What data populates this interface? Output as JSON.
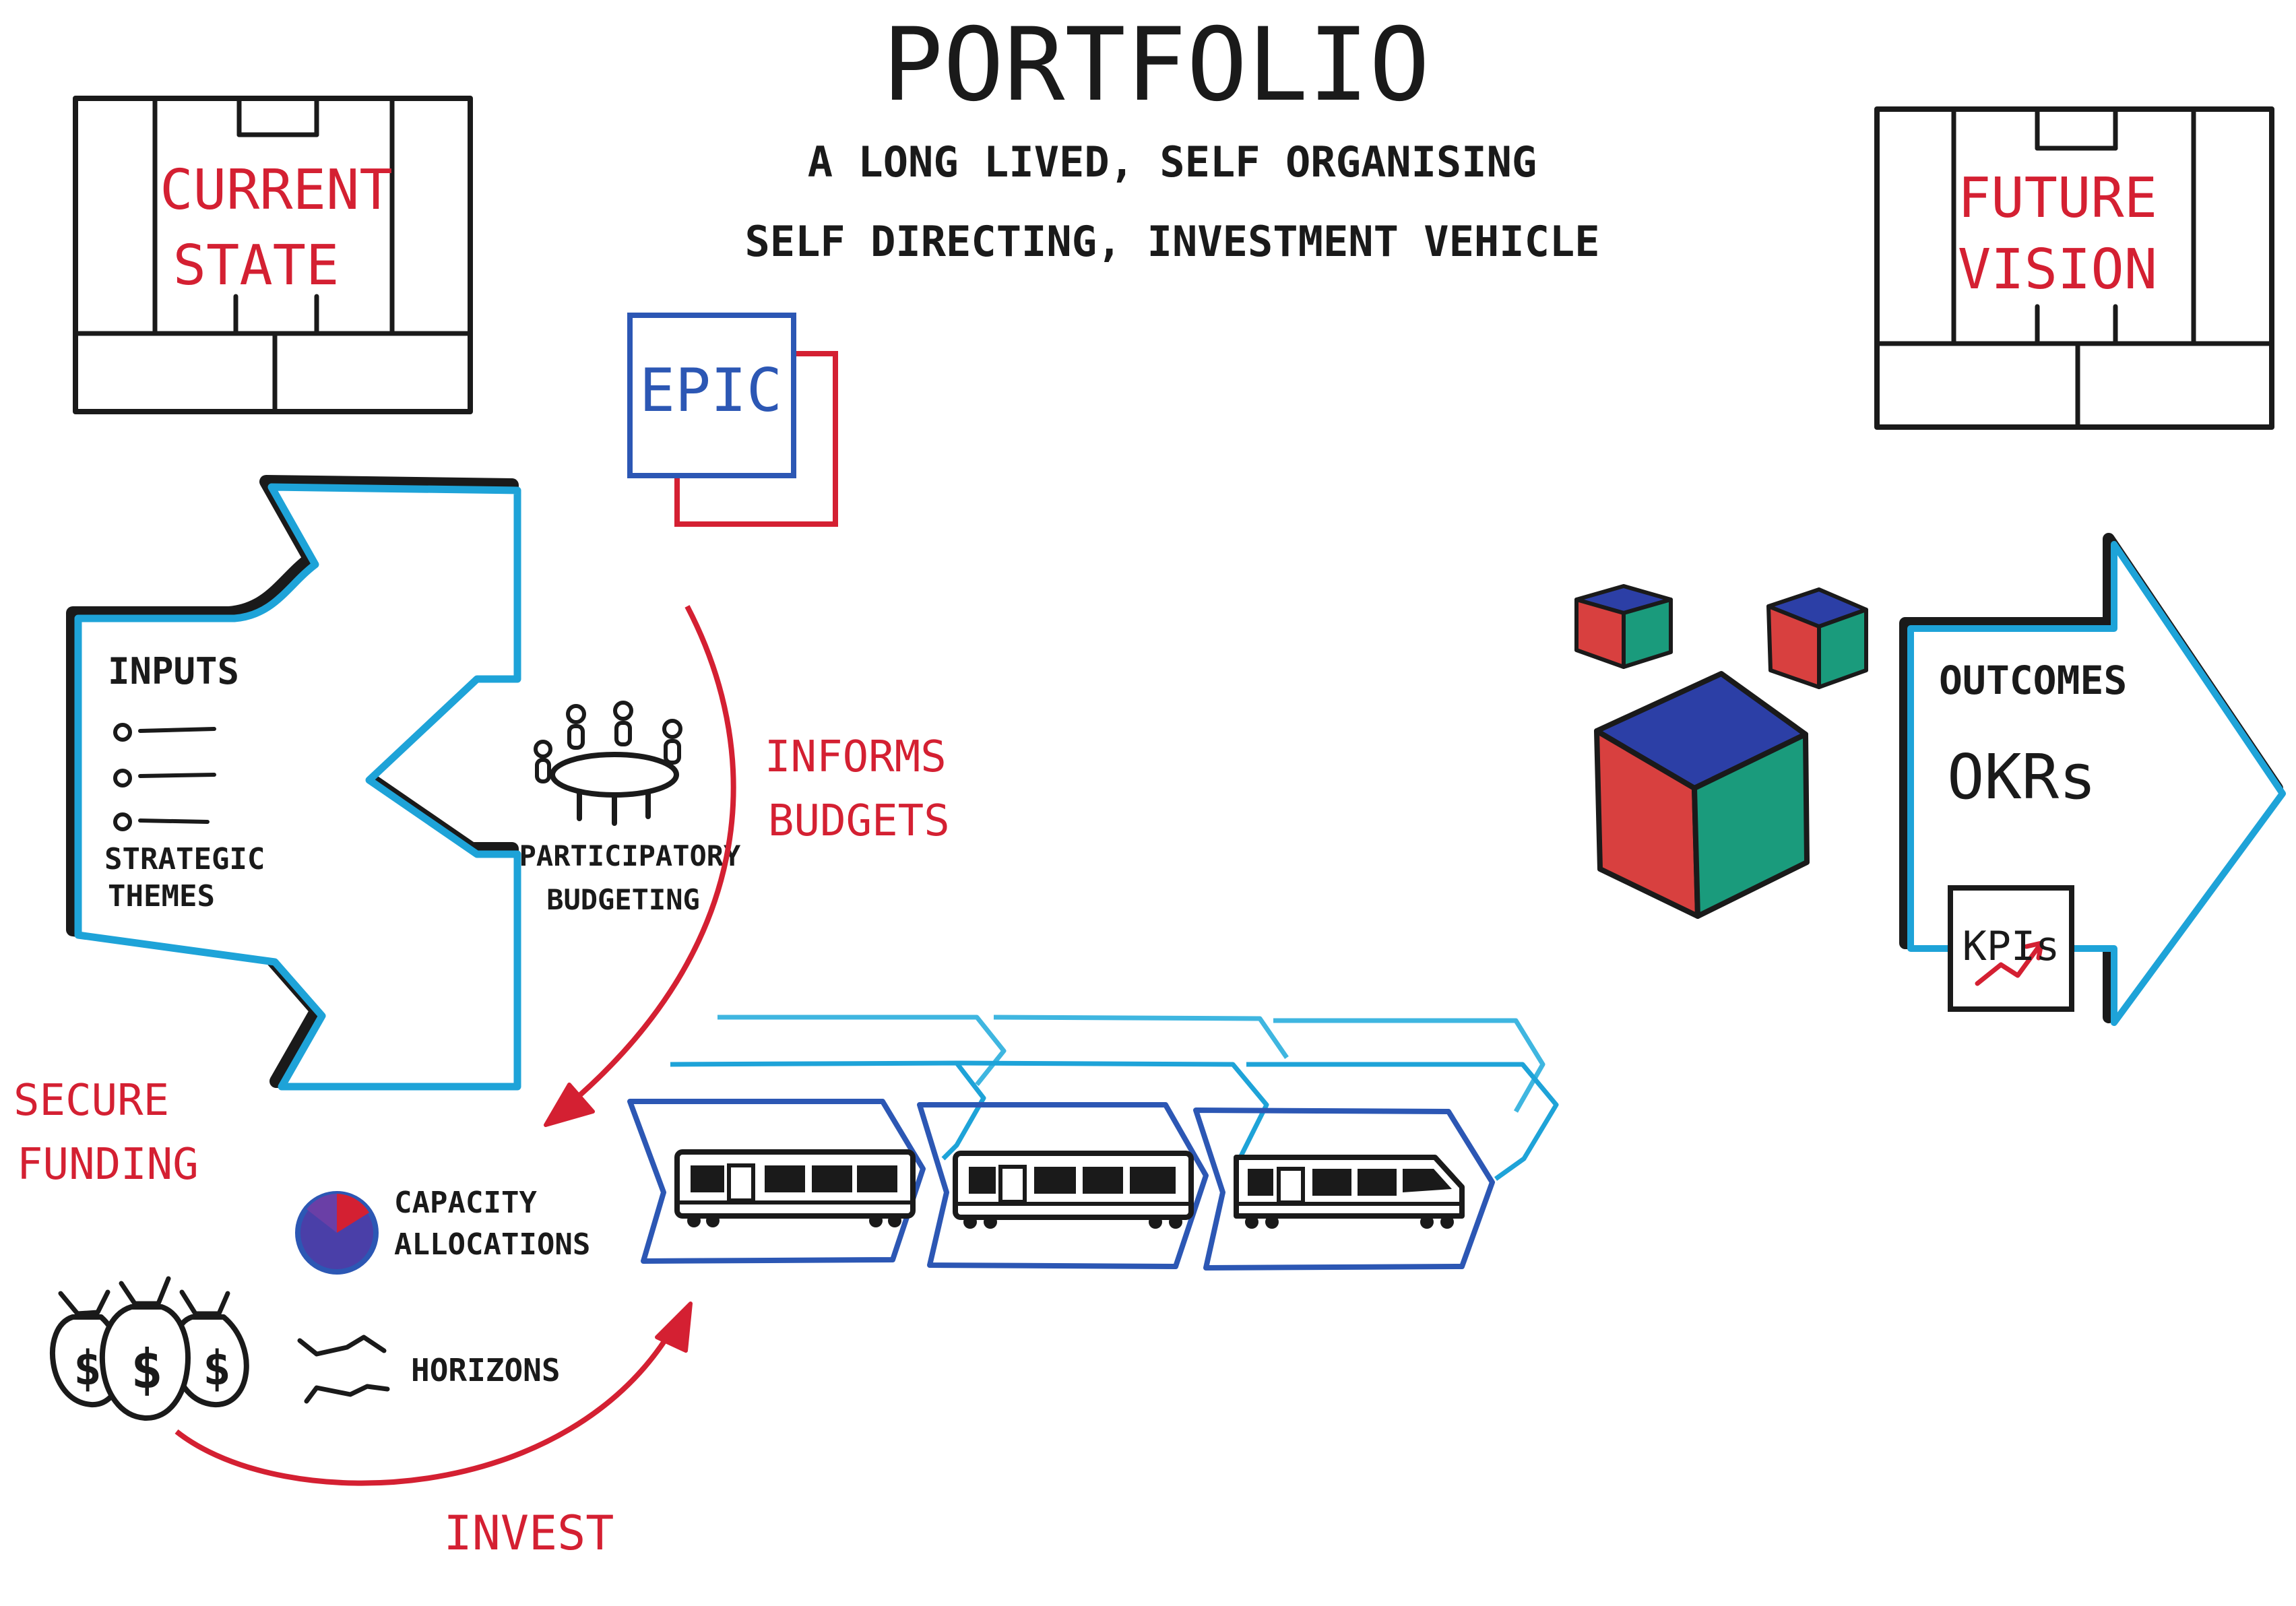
{
  "title": "PORTFOLIO",
  "subtitle": {
    "line1": "A LONG LIVED, SELF ORGANISING",
    "line2": "SELF DIRECTING, INVESTMENT VEHICLE"
  },
  "current_state": {
    "line1": "CURRENT",
    "line2": "STATE"
  },
  "future_vision": {
    "line1": "FUTURE",
    "line2": "VISION"
  },
  "epic": "EPIC",
  "inputs": {
    "heading": "INPUTS",
    "themes_line1": "STRATEGIC",
    "themes_line2": "THEMES"
  },
  "participatory": {
    "line1": "PARTICIPATORY",
    "line2": "BUDGETING"
  },
  "informs_budgets": {
    "line1": "INFORMS",
    "line2": "BUDGETS"
  },
  "secure_funding": {
    "line1": "SECURE",
    "line2": "FUNDING"
  },
  "capacity": {
    "line1": "CAPACITY",
    "line2": "ALLOCATIONS"
  },
  "horizons": "HORIZONS",
  "invest": "INVEST",
  "outcomes": {
    "label": "OUTCOMES",
    "okrs": "OKRs",
    "kpis": "KPIs"
  },
  "colors": {
    "ink": "#1a1a1a",
    "red": "#d42032",
    "blue": "#2c57b4",
    "cyan": "#1ea3d8",
    "light_cyan": "#3fb6e0",
    "green": "#1a9b7c",
    "purple": "#6a3fa6"
  }
}
